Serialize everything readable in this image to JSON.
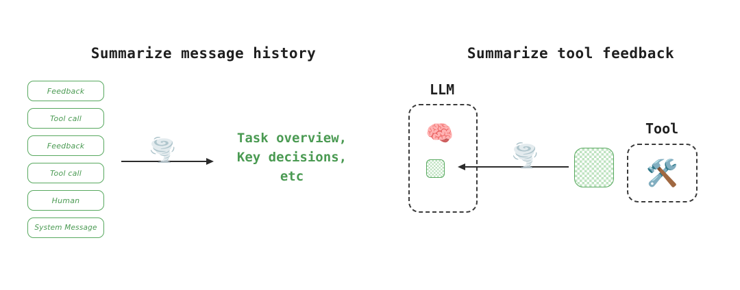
{
  "panels": {
    "left": {
      "title": "Summarize message history",
      "messages": [
        {
          "label": "Feedback"
        },
        {
          "label": "Tool call"
        },
        {
          "label": "Feedback"
        },
        {
          "label": "Tool call"
        },
        {
          "label": "Human"
        },
        {
          "label": "System Message"
        }
      ],
      "flow": {
        "icon": "tornado-icon",
        "icon_glyph": "🌪️",
        "direction": "right"
      },
      "summary_text": "Task overview,\nKey decisions,\netc"
    },
    "right": {
      "title": "Summarize tool feedback",
      "llm": {
        "label": "LLM",
        "icon": "brain-icon",
        "icon_glyph": "🧠",
        "context_block": "summarized-tool-output"
      },
      "tool": {
        "label": "Tool",
        "icon": "hammer-and-wrench-icon",
        "icon_glyph": "🛠️"
      },
      "tool_output_block": "raw-tool-output",
      "flow": {
        "icon": "tornado-icon",
        "icon_glyph": "🌪️",
        "direction": "left"
      }
    }
  },
  "colors": {
    "accent_green": "#4a9a52",
    "border_green": "#57a85e",
    "block_fill_green": "#bfe3c1",
    "ink": "#1f1f1f",
    "arrow": "#2b2b2b",
    "background": "#ffffff"
  }
}
